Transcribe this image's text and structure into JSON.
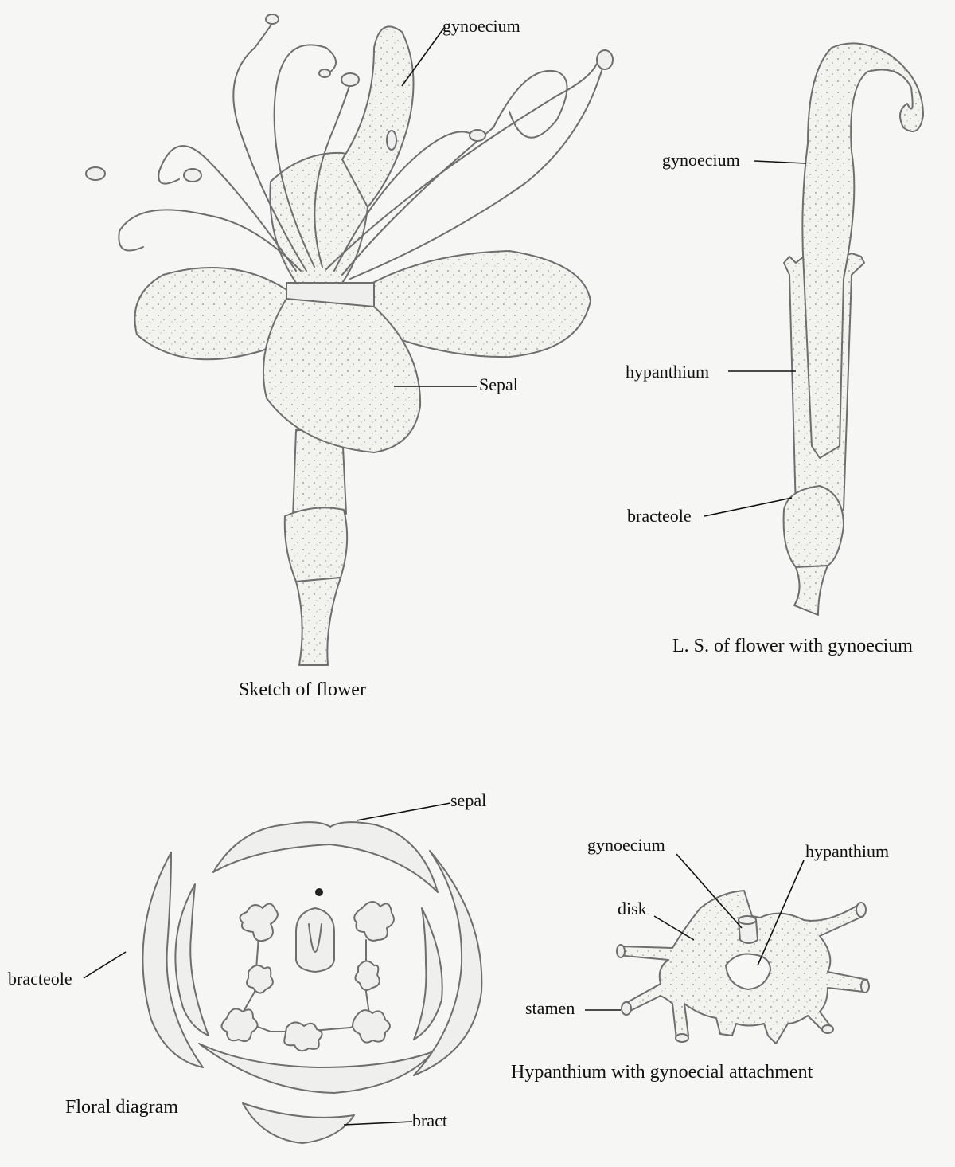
{
  "labels": {
    "flower_gynoecium": "gynoecium",
    "flower_sepal": "Sepal",
    "ls_gynoecium": "gynoecium",
    "ls_hypanthium": "hypanthium",
    "ls_bracteole": "bracteole",
    "fd_sepal": "sepal",
    "fd_bracteole": "bracteole",
    "fd_bract": "bract",
    "hyp_gynoecium": "gynoecium",
    "hyp_hypanthium": "hypanthium",
    "hyp_disk": "disk",
    "hyp_stamen": "stamen"
  },
  "captions": {
    "flower": "Sketch of flower",
    "ls": "L. S. of flower with gynoecium",
    "floral_diagram": "Floral diagram",
    "hypanthium": "Hypanthium with gynoecial attachment"
  }
}
